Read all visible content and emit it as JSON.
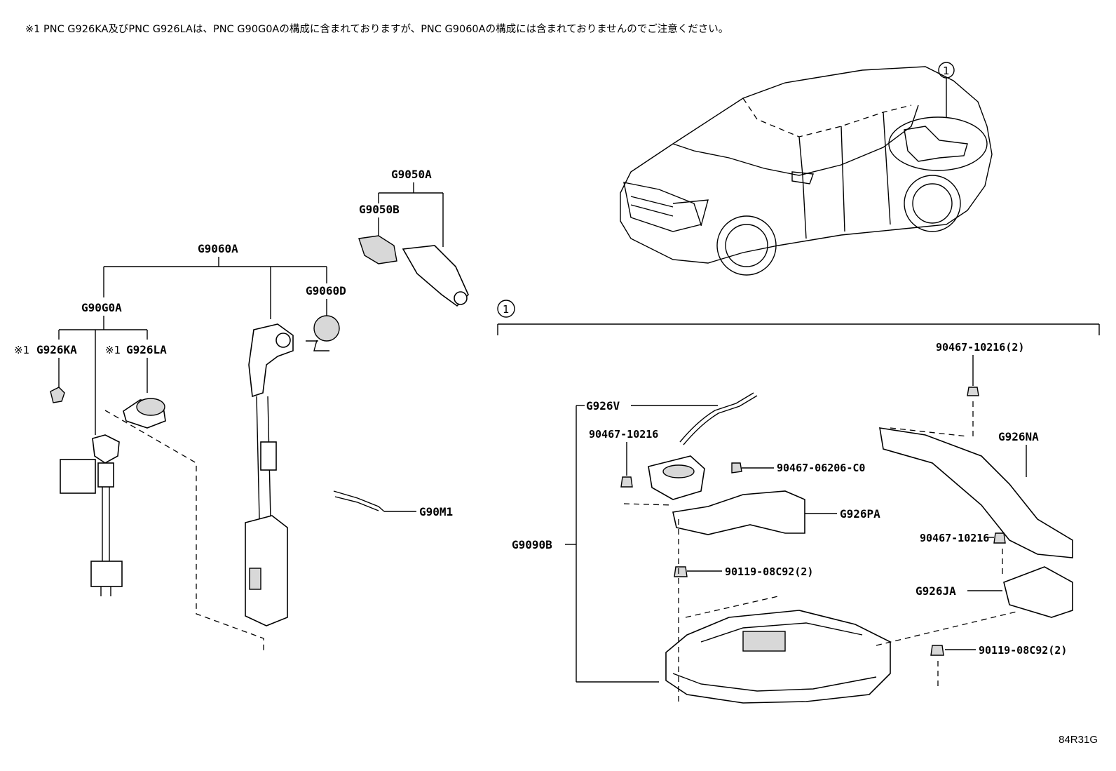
{
  "note": "※1 PNC G926KA及びPNC G926LAは、PNC G90G0Aの構成に含まれておりますが、PNC G9060Aの構成には含まれておりませんのでご注意ください。",
  "figure_code": "84R31G",
  "reference_mark": "1",
  "asterisk_mark": "※1",
  "labels": {
    "G9050A": "G9050A",
    "G9050B": "G9050B",
    "G9060A": "G9060A",
    "G9060D": "G9060D",
    "G90G0A": "G90G0A",
    "G926KA": "G926KA",
    "G926LA": "G926LA",
    "G90M1": "G90M1",
    "G926V": "G926V",
    "G9090B": "G9090B",
    "G926PA": "G926PA",
    "G926NA": "G926NA",
    "G926JA": "G926JA",
    "p_90467_10216_2": "90467-10216(2)",
    "p_90467_10216_a": "90467-10216",
    "p_90467_10216_b": "90467-10216",
    "p_90467_06206": "90467-06206-C0",
    "p_90119_08C92_a": "90119-08C92(2)",
    "p_90119_08C92_b": "90119-08C92(2)"
  }
}
